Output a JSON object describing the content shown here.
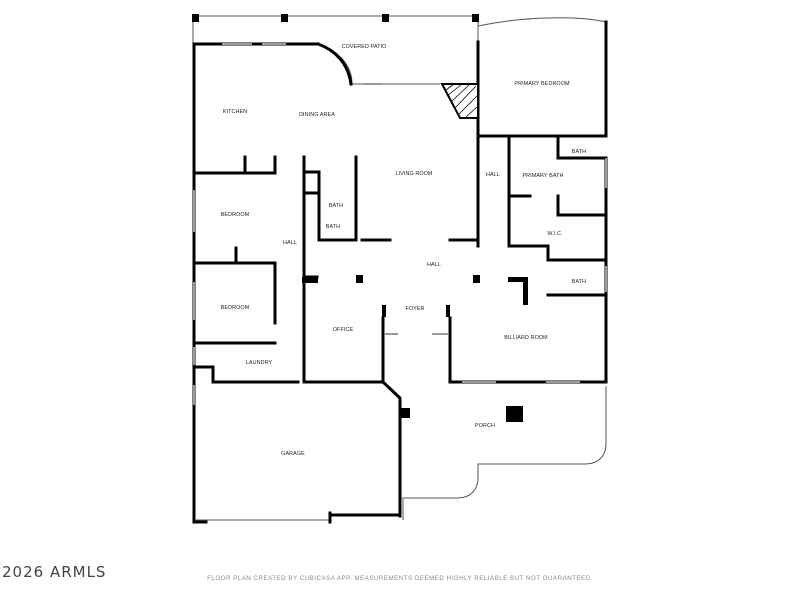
{
  "rooms": {
    "covered_patio": "COVERED PATIO",
    "primary_bedroom": "PRIMARY BEDROOM",
    "kitchen": "KITCHEN",
    "dining_area": "DINING AREA",
    "living_room": "LIVING ROOM",
    "hall_right": "HALL",
    "primary_bath": "PRIMARY BATH",
    "bath_primary_small": "BATH",
    "bath_upper": "BATH",
    "bath_lower": "BATH",
    "bedroom_upper": "BEDROOM",
    "hall_left": "HALL",
    "wic": "W.I.C.",
    "hall_center": "HALL",
    "bath_right": "BATH",
    "bedroom_lower": "BEDROOM",
    "foyer": "FOYER",
    "office": "OFFICE",
    "billiard_room": "BILLIARD ROOM",
    "laundry": "LAUNDRY",
    "porch": "PORCH",
    "garage": "GARAGE"
  },
  "footer": {
    "watermark": "2026 ARMLS",
    "credit": "FLOOR PLAN CREATED BY CUBICASA APP. MEASUREMENTS DEEMED HIGHLY RELIABLE BUT NOT GUARANTEED."
  },
  "colors": {
    "wall": "#000000",
    "thin_line": "#555555",
    "window": "#9a9a9a",
    "background": "#ffffff"
  }
}
